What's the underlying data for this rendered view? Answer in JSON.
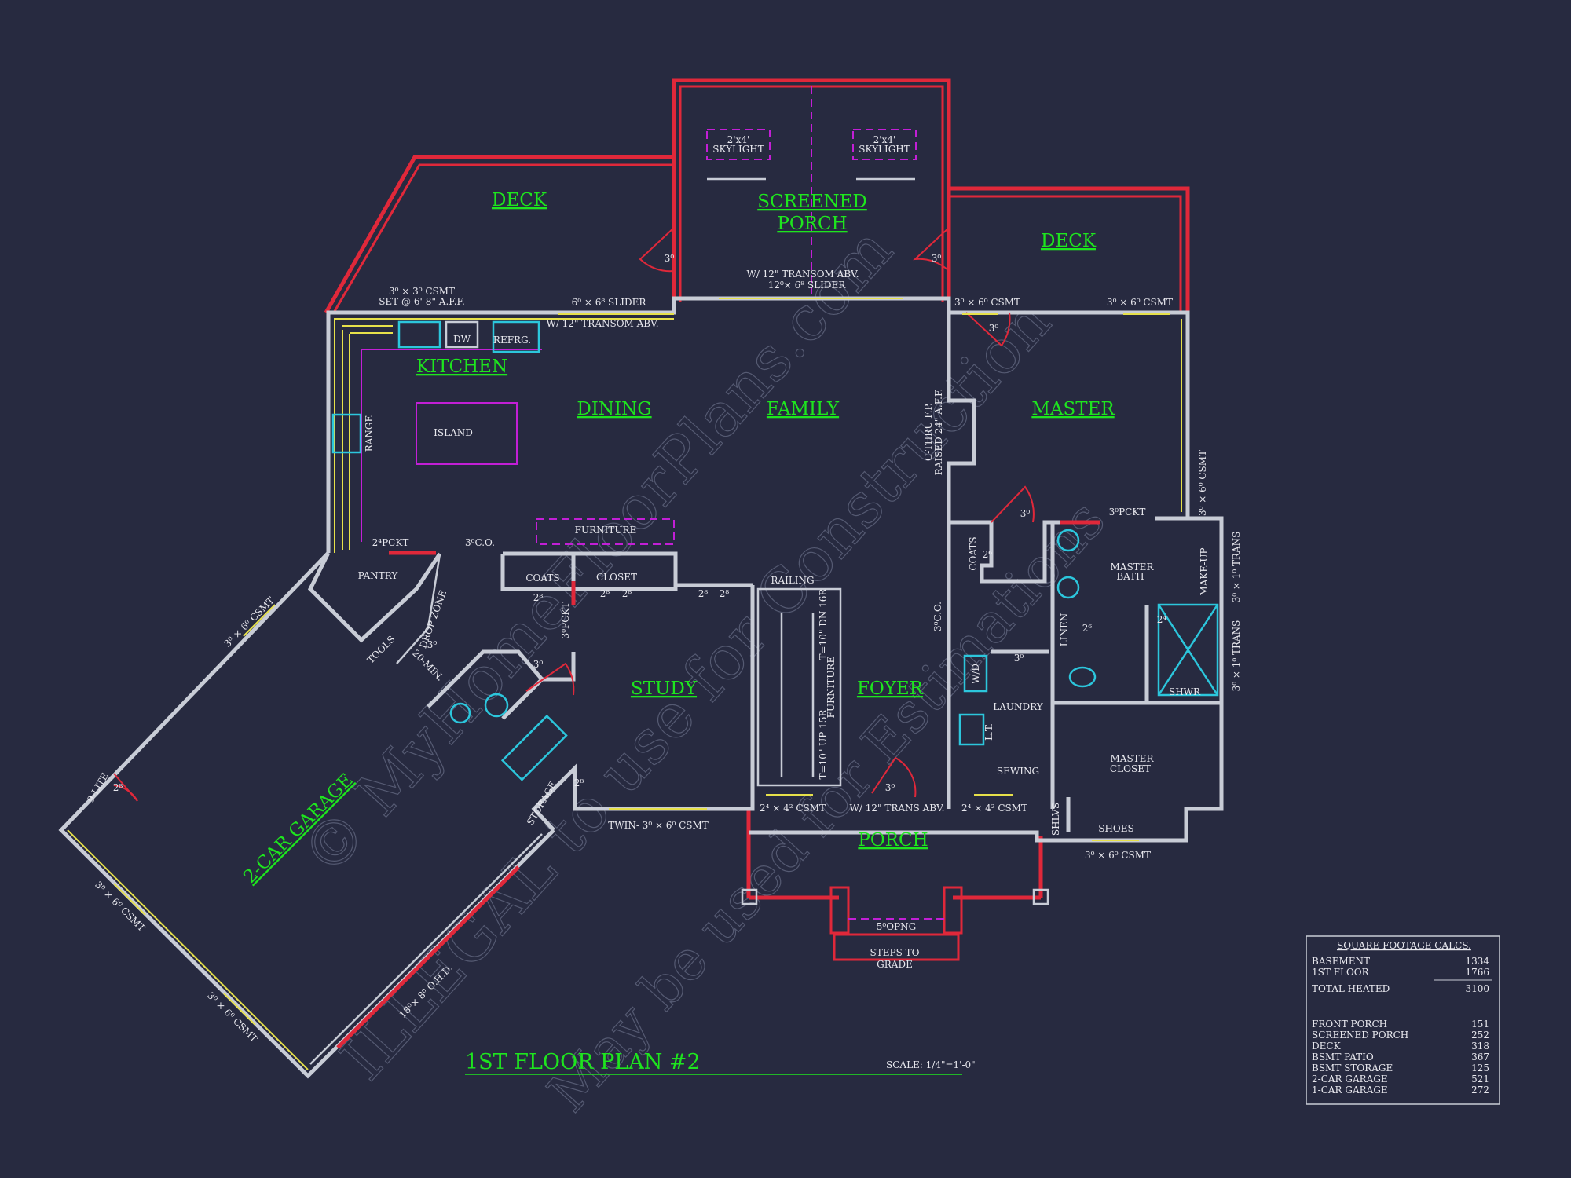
{
  "rooms": {
    "deck_left": "DECK",
    "screened_porch_1": "SCREENED",
    "screened_porch_2": "PORCH",
    "deck_right": "DECK",
    "kitchen": "KITCHEN",
    "dining": "DINING",
    "family": "FAMILY",
    "master": "MASTER",
    "study": "STUDY",
    "foyer": "FOYER",
    "porch": "PORCH",
    "garage": "2-CAR GARAGE"
  },
  "labels": {
    "skylight_size": "2'x4'",
    "skylight": "SKYLIGHT",
    "transom_abv": "W/ 12\" TRANSOM ABV.",
    "slider_12_6": "12⁰× 6⁸ SLIDER",
    "csmt_3x3": "3⁰ × 3⁰ CSMT",
    "set_aff": "SET @ 6'-8\" A.F.F.",
    "slider_6_6": "6⁰ × 6⁸ SLIDER",
    "transom_abv_kitchen": "W/ 12\" TRANSOM ABV.",
    "csmt_3x6_a": "3⁰ × 6⁰ CSMT",
    "csmt_3x6_b": "3⁰ × 6⁰ CSMT",
    "dw": "DW",
    "refrg": "REFRG.",
    "range": "RANGE",
    "island": "ISLAND",
    "furniture": "FURNITURE",
    "pckt_2": "2⁴PCKT",
    "co_3": "3⁰C.O.",
    "coats": "COATS",
    "closet": "CLOSET",
    "pantry": "PANTRY",
    "drop_zone": "DROP ZONE",
    "tools": "TOOLS",
    "twenty_min": "20-MIN.",
    "railing": "RAILING",
    "stair_dn": "T=10\" DN 16R",
    "stair_up": "T=10\" UP 15R",
    "furniture_v": "FURNITURE",
    "fireplace_1": "C-THRU F.P.",
    "fireplace_2": "RAISED 24\" A.F.F.",
    "coats_v": "COATS",
    "co_v": "3⁰C.O.",
    "pckt_3": "3⁰PCKT",
    "pckt_3v": "3⁰PCKT",
    "master_bath_1": "MASTER",
    "master_bath_2": "BATH",
    "make_up": "MAKE-UP",
    "linen": "LINEN",
    "shwr": "SHWR",
    "wd": "W/D",
    "lt": "L.T.",
    "laundry": "LAUNDRY",
    "sewing": "SEWING",
    "master_closet_1": "MASTER",
    "master_closet_2": "CLOSET",
    "shlvs": "SHLVS",
    "shoes": "SHOES",
    "csmt_3x6_master_bottom": "3⁰ × 6⁰ CSMT",
    "csmt_3x6_master_side": "3⁰ × 6⁰ CSMT",
    "trans_1": "3⁰ × 1⁰ TRANS",
    "trans_2": "3⁰ × 1⁰ TRANS",
    "csmt_2x4_left": "2⁴ × 4² CSMT",
    "csmt_2x4_right": "2⁴ × 4² CSMT",
    "trans_abv_foyer": "W/ 12\" TRANS ABV.",
    "twin_csmt": "TWIN- 3⁰ × 6⁰ CSMT",
    "storage": "STORAGE",
    "opng": "5⁰OPNG",
    "steps_1": "STEPS TO",
    "steps_2": "GRADE",
    "nine_lite": "9-LITE",
    "ohd": "18⁰× 8⁰ O.H.D.",
    "garage_csmt_1": "3⁰ × 6⁰ CSMT",
    "garage_csmt_2": "3⁰ × 6⁰ CSMT",
    "garage_csmt_3": "3⁰ × 6⁰ CSMT",
    "d30": "3⁰",
    "d28": "2⁸",
    "d26": "2⁶",
    "d24": "2⁴"
  },
  "title": {
    "plan_name": "1ST FLOOR PLAN #2",
    "scale": "SCALE: 1/4\"=1'-0\""
  },
  "square_footage": {
    "heading": "SQUARE FOOTAGE CALCS.",
    "heated": [
      {
        "label": "BASEMENT",
        "value": "1334"
      },
      {
        "label": "1ST FLOOR",
        "value": "1766"
      }
    ],
    "total": {
      "label": "TOTAL HEATED",
      "value": "3100"
    },
    "other": [
      {
        "label": "FRONT PORCH",
        "value": "151"
      },
      {
        "label": "SCREENED PORCH",
        "value": "252"
      },
      {
        "label": "DECK",
        "value": "318"
      },
      {
        "label": "BSMT PATIO",
        "value": "367"
      },
      {
        "label": "BSMT STORAGE",
        "value": "125"
      },
      {
        "label": "2-CAR GARAGE",
        "value": "521"
      },
      {
        "label": "1-CAR GARAGE",
        "value": "272"
      }
    ]
  },
  "watermark": {
    "line1": "© MyHomeFloorPlans.com",
    "line2": "ILLEGAL to use for Construction",
    "line3": "May be used for Estimations"
  },
  "colors": {
    "background": "#272a40",
    "walls": "#c8ccd6",
    "porch_deck": "#e0283a",
    "room_labels": "#1ee51e",
    "fixtures": "#2cc6dc",
    "cabinets": "#c21fd6",
    "windows": "#e6e04a"
  }
}
